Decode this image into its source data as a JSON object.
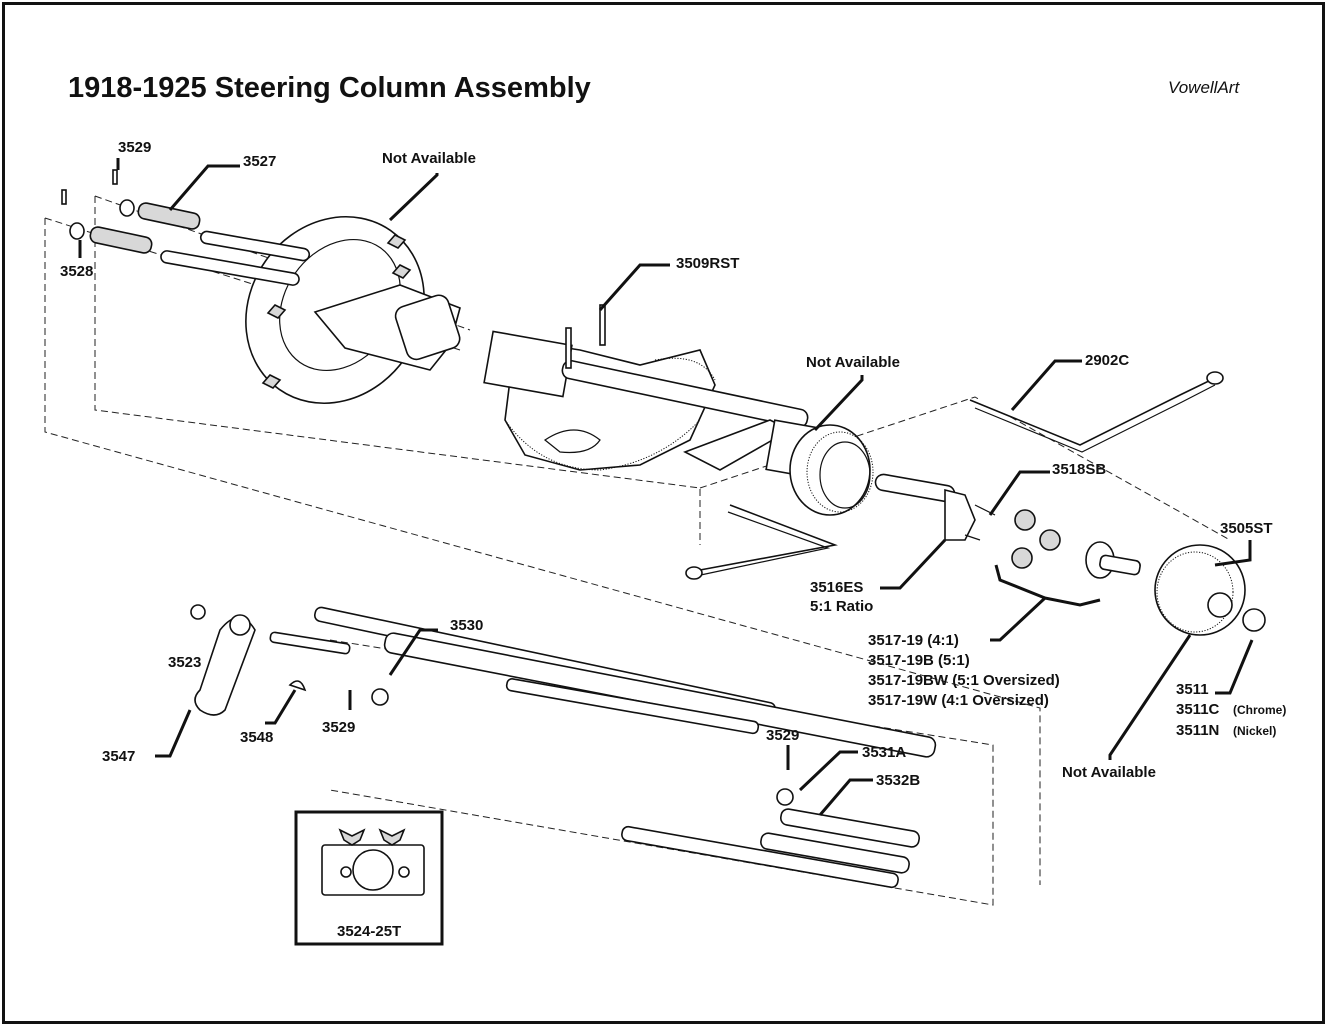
{
  "title": "1918-1925 Steering Column Assembly",
  "credit": "VowellArt",
  "labels": {
    "p3529_top": "3529",
    "p3527": "3527",
    "p3528": "3528",
    "na_spider": "Not Available",
    "p3509rst": "3509RST",
    "na_quadrant": "Not Available",
    "p2902c": "2902C",
    "p3518sb": "3518SB",
    "p3505st": "3505ST",
    "p3516es": "3516ES",
    "p3516es_ratio": "5:1 Ratio",
    "p3517_19": "3517-19 (4:1)",
    "p3517_19b": "3517-19B (5:1)",
    "p3517_19bw": "3517-19BW (5:1 Oversized)",
    "p3517_19w": "3517-19W (4:1 Oversized)",
    "p3511": "3511",
    "p3511c": "3511C",
    "p3511c_note": "(Chrome)",
    "p3511n": "3511N",
    "p3511n_note": "(Nickel)",
    "na_case": "Not Available",
    "p3523": "3523",
    "p3530": "3530",
    "p3547": "3547",
    "p3548": "3548",
    "p3529_mid": "3529",
    "p3529_low": "3529",
    "p3531a": "3531A",
    "p3532b": "3532B",
    "p3524_25t": "3524-25T"
  }
}
